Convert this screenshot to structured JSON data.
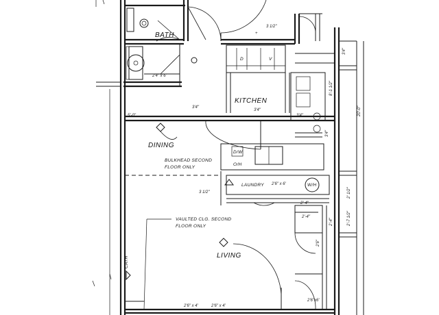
{
  "rooms": {
    "bath": "BATH",
    "kitchen": "KITCHEN",
    "dining": "DINING",
    "living": "LIVING",
    "laundry": "LAUNDRY"
  },
  "annotations": {
    "bulkhead_line1": "BULKHEAD SECOND",
    "bulkhead_line2": "FLOOR ONLY",
    "vaulted_line1": "VAULTED CLG. SECOND",
    "vaulted_line2": "FLOOR ONLY",
    "dw": "D/W",
    "oh": "O/H",
    "wh": "W/H",
    "cath": "CATH"
  },
  "dimensions": {
    "closet_bath": "2'4\" x 6'",
    "kitchen_left": "5'-0\"",
    "kitchen_mid": "3'4\"",
    "kitchen_right": "3'4\"",
    "kitchen_far": "3'4\"",
    "upper_right": "8'-1 1/2\"",
    "right_outer": "20'-0\"",
    "laundry": "2'6\" x 6'",
    "closet_right": "2'-4\"",
    "lower_right_1": "2' 1/2\"",
    "lower_right_2": "2'-7 1/2\"",
    "lower_right_3": "2'-4\"",
    "lower_right_4": "2'6\"",
    "window_1": "2'6\" x 4'",
    "window_2": "2'6\" x 4'",
    "bottom_right": "2'6\"x6'",
    "half_inch": "3 1/2\"",
    "top_small": "3 1/2\""
  }
}
